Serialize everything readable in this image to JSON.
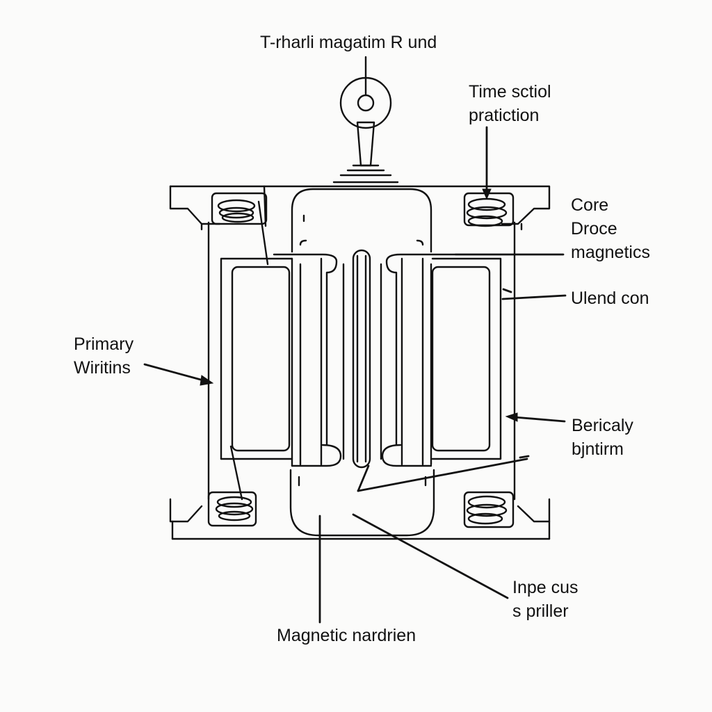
{
  "colors": {
    "background": "#fbfbfa",
    "ink": "#111111"
  },
  "labels": {
    "top": "T-rharli magatim R und",
    "time_section": [
      "Time sctiol",
      "pratiction"
    ],
    "core": [
      "Core",
      "Droce",
      "magnetics"
    ],
    "ulend": "Ulend con",
    "primary": [
      "Primary",
      "Wiritins"
    ],
    "bericaly": [
      "Bericaly",
      "bjntirm"
    ],
    "inpe": [
      "Inpe cus",
      "s priller"
    ],
    "magnetic": "Magnetic nardrien"
  }
}
